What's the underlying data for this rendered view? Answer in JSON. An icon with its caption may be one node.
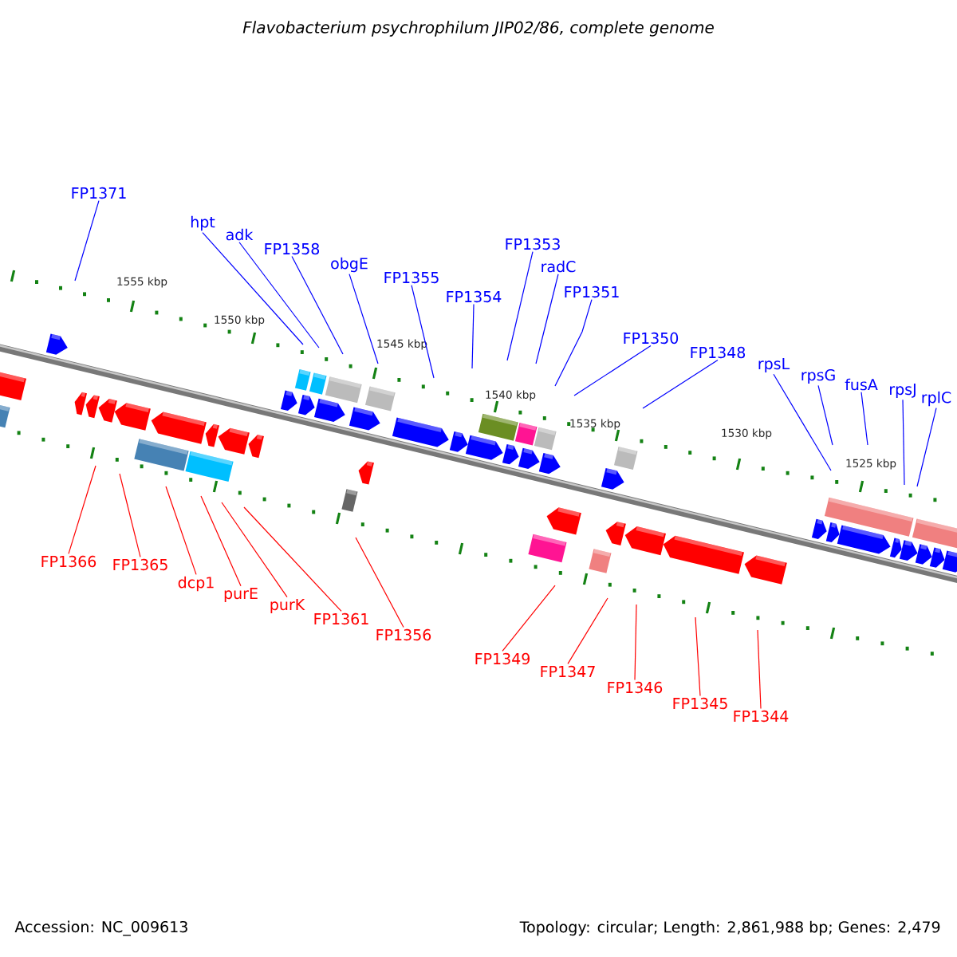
{
  "diagram": {
    "title": "Flavobacterium psychrophilum JIP02/86, complete genome",
    "nodes": [
      {
        "text": [
          "FP1371"
        ]
      },
      {
        "text": [
          "hpt"
        ]
      },
      {
        "text": [
          "adk"
        ]
      },
      {
        "text": [
          "FP1358"
        ]
      },
      {
        "text": [
          "obgE"
        ]
      },
      {
        "text": [
          "FP1355"
        ]
      },
      {
        "text": [
          "FP1354"
        ]
      },
      {
        "text": [
          "FP1353"
        ]
      },
      {
        "text": [
          "radC"
        ]
      },
      {
        "text": [
          "FP1351"
        ]
      },
      {
        "text": [
          "FP1350"
        ]
      },
      {
        "text": [
          "FP1348"
        ]
      },
      {
        "text": [
          "rpsL"
        ]
      },
      {
        "text": [
          "rpsG"
        ]
      },
      {
        "text": [
          "fusA"
        ]
      },
      {
        "text": [
          "rpsJ"
        ]
      },
      {
        "text": [
          "rplC"
        ]
      },
      {
        "text": [
          "FP1366"
        ]
      },
      {
        "text": [
          "FP1365"
        ]
      },
      {
        "text": [
          "dcp1"
        ]
      },
      {
        "text": [
          "purE"
        ]
      },
      {
        "text": [
          "purK"
        ]
      },
      {
        "text": [
          "FP1361"
        ]
      },
      {
        "text": [
          "FP1356"
        ]
      },
      {
        "text": [
          "FP1349"
        ]
      },
      {
        "text": [
          "FP1347"
        ]
      },
      {
        "text": [
          "FP1346"
        ]
      },
      {
        "text": [
          "FP1345"
        ]
      },
      {
        "text": [
          "FP1344"
        ]
      }
    ],
    "edges": [
      {
        "from": 0,
        "to": null,
        "arrow": "none"
      },
      {
        "from": 1,
        "to": null,
        "arrow": "none"
      },
      {
        "from": 2,
        "to": null,
        "arrow": "none"
      },
      {
        "from": 3,
        "to": null,
        "arrow": "none"
      },
      {
        "from": 4,
        "to": null,
        "arrow": "none"
      },
      {
        "from": 5,
        "to": null,
        "arrow": "none"
      },
      {
        "from": 6,
        "to": null,
        "arrow": "none"
      },
      {
        "from": 7,
        "to": null,
        "arrow": "none"
      },
      {
        "from": 8,
        "to": null,
        "arrow": "none"
      },
      {
        "from": 9,
        "to": null,
        "arrow": "none"
      },
      {
        "from": 10,
        "to": null,
        "arrow": "none"
      },
      {
        "from": 11,
        "to": null,
        "arrow": "none"
      },
      {
        "from": 12,
        "to": null,
        "arrow": "none"
      },
      {
        "from": 13,
        "to": null,
        "arrow": "none"
      },
      {
        "from": 14,
        "to": null,
        "arrow": "none"
      },
      {
        "from": 15,
        "to": null,
        "arrow": "none"
      },
      {
        "from": 16,
        "to": null,
        "arrow": "none"
      },
      {
        "from": 17,
        "to": null,
        "arrow": "none",
        "color": "#ff0000"
      },
      {
        "from": 18,
        "to": null,
        "arrow": "none",
        "color": "#ff0000"
      },
      {
        "from": 19,
        "to": null,
        "arrow": "none",
        "color": "#ff0000"
      },
      {
        "from": 20,
        "to": null,
        "arrow": "none",
        "color": "#ff0000"
      },
      {
        "from": 21,
        "to": null,
        "arrow": "none",
        "color": "#ff0000"
      },
      {
        "from": 22,
        "to": null,
        "arrow": "none",
        "color": "#ff0000"
      },
      {
        "from": 23,
        "to": null,
        "arrow": "none",
        "color": "#ff0000"
      },
      {
        "from": 24,
        "to": null,
        "arrow": "none",
        "color": "#ff0000"
      },
      {
        "from": 25,
        "to": null,
        "arrow": "none",
        "color": "#ff0000"
      },
      {
        "from": 26,
        "to": null,
        "arrow": "none",
        "color": "#ff0000"
      },
      {
        "from": 27,
        "to": null,
        "arrow": "none",
        "color": "#ff0000"
      },
      {
        "from": 28,
        "to": null,
        "arrow": "none",
        "color": "#ff0000"
      }
    ],
    "labels": [
      "1555 kbp",
      "1550 kbp",
      "1545 kbp",
      "1540 kbp",
      "1535 kbp",
      "1530 kbp",
      "1525 kbp",
      "Accession: NC_009613",
      "Topology: circular; Length: 2,861,988 bp; Genes: 2,479"
    ]
  }
}
